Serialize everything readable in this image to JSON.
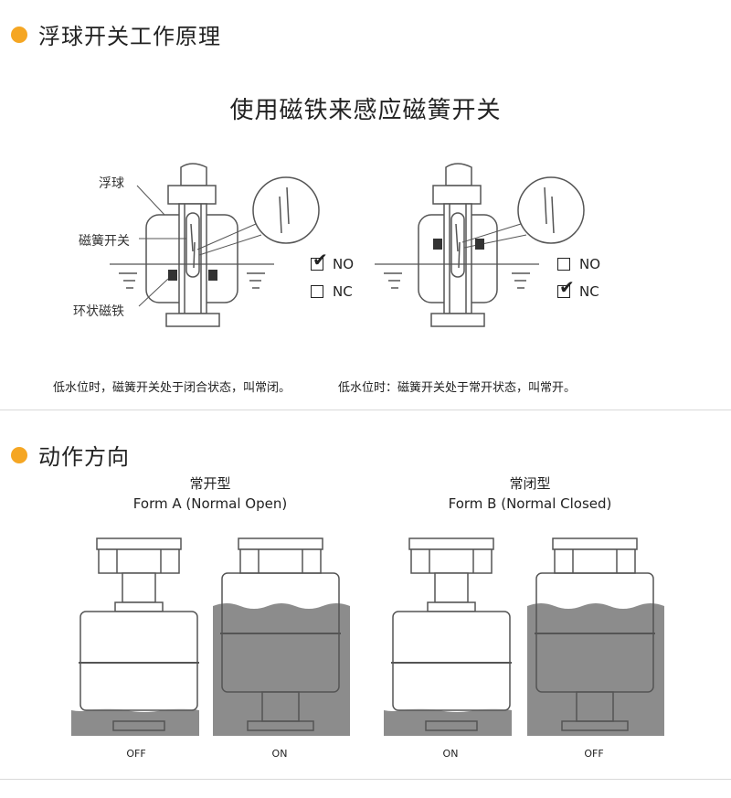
{
  "section1": {
    "title": "浮球开关工作原理"
  },
  "principle": {
    "heading": "使用磁铁来感应磁簧开关",
    "labels": {
      "float": "浮球",
      "reed": "磁簧开关",
      "magnet": "环状磁铁"
    },
    "left_state": {
      "no_label": "NO",
      "nc_label": "NC",
      "checked": "NO"
    },
    "right_state": {
      "no_label": "NO",
      "nc_label": "NC",
      "checked": "NC"
    },
    "caption_left": "低水位时，磁簧开关处于闭合状态，叫常闭。",
    "caption_right": "低水位时：磁簧开关处于常开状态，叫常开。"
  },
  "section2": {
    "title": "动作方向"
  },
  "forms": [
    {
      "title_cn": "常开型",
      "title_en": "Form A (Normal Open)",
      "states": [
        "OFF",
        "ON"
      ]
    },
    {
      "title_cn": "常闭型",
      "title_en": "Form B (Normal Closed)",
      "states": [
        "ON",
        "OFF"
      ]
    }
  ],
  "colors": {
    "accent": "#f5a623",
    "water": "#8c8c8c",
    "outline": "#555555"
  }
}
